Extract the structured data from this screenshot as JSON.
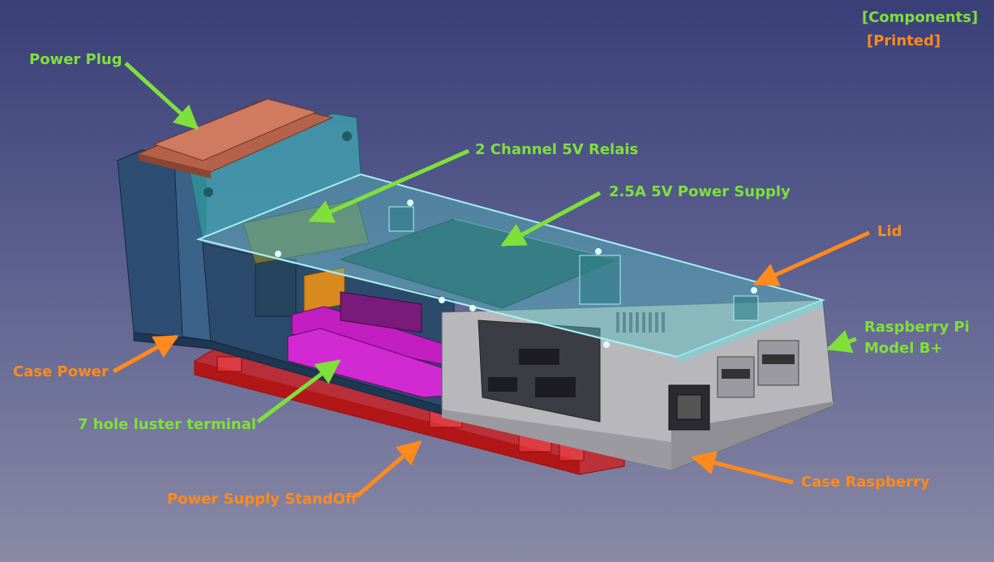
{
  "legend": {
    "components": "[Components]",
    "printed": "[Printed]"
  },
  "labels": {
    "power_plug": "Power Plug",
    "relais": "2 Channel 5V Relais",
    "power_supply": "2.5A 5V Power Supply",
    "lid": "Lid",
    "raspberry_pi_line1": "Raspberry Pi",
    "raspberry_pi_line2": "Model B+",
    "case_power": "Case Power",
    "luster_terminal": "7 hole luster terminal",
    "standoff": "Power Supply StandOff",
    "case_raspberry": "Case Raspberry"
  },
  "colors": {
    "component_label": "#7fe03a",
    "printed_label": "#ff8a1e"
  }
}
